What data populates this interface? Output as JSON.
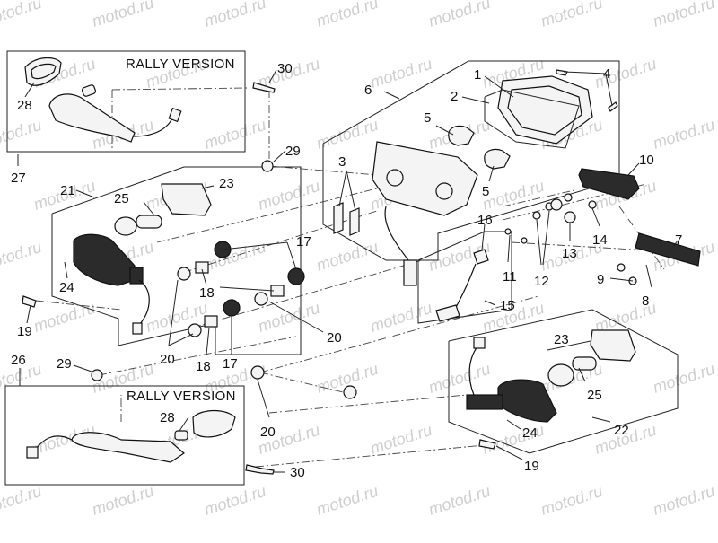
{
  "watermark": {
    "text": "motod.ru"
  },
  "panels": {
    "rally_top": {
      "title": "RALLY VERSION"
    },
    "rally_bottom": {
      "title": "RALLY VERSION"
    }
  },
  "callouts": [
    {
      "id": "c1",
      "label": "1"
    },
    {
      "id": "c2",
      "label": "2"
    },
    {
      "id": "c3",
      "label": "3"
    },
    {
      "id": "c4",
      "label": "4"
    },
    {
      "id": "c5a",
      "label": "5"
    },
    {
      "id": "c5b",
      "label": "5"
    },
    {
      "id": "c6",
      "label": "6"
    },
    {
      "id": "c7",
      "label": "7"
    },
    {
      "id": "c8",
      "label": "8"
    },
    {
      "id": "c9",
      "label": "9"
    },
    {
      "id": "c10",
      "label": "10"
    },
    {
      "id": "c11",
      "label": "11"
    },
    {
      "id": "c12",
      "label": "12"
    },
    {
      "id": "c13",
      "label": "13"
    },
    {
      "id": "c14",
      "label": "14"
    },
    {
      "id": "c15",
      "label": "15"
    },
    {
      "id": "c16",
      "label": "16"
    },
    {
      "id": "c17a",
      "label": "17"
    },
    {
      "id": "c17b",
      "label": "17"
    },
    {
      "id": "c18a",
      "label": "18"
    },
    {
      "id": "c18b",
      "label": "18"
    },
    {
      "id": "c19a",
      "label": "19"
    },
    {
      "id": "c19b",
      "label": "19"
    },
    {
      "id": "c20a",
      "label": "20"
    },
    {
      "id": "c20b",
      "label": "20"
    },
    {
      "id": "c20c",
      "label": "20"
    },
    {
      "id": "c21",
      "label": "21"
    },
    {
      "id": "c22",
      "label": "22"
    },
    {
      "id": "c23a",
      "label": "23"
    },
    {
      "id": "c23b",
      "label": "23"
    },
    {
      "id": "c24a",
      "label": "24"
    },
    {
      "id": "c24b",
      "label": "24"
    },
    {
      "id": "c25a",
      "label": "25"
    },
    {
      "id": "c25b",
      "label": "25"
    },
    {
      "id": "c26",
      "label": "26"
    },
    {
      "id": "c27",
      "label": "27"
    },
    {
      "id": "c28a",
      "label": "28"
    },
    {
      "id": "c28b",
      "label": "28"
    },
    {
      "id": "c29a",
      "label": "29"
    },
    {
      "id": "c29b",
      "label": "29"
    },
    {
      "id": "c30a",
      "label": "30"
    },
    {
      "id": "c30b",
      "label": "30"
    }
  ]
}
